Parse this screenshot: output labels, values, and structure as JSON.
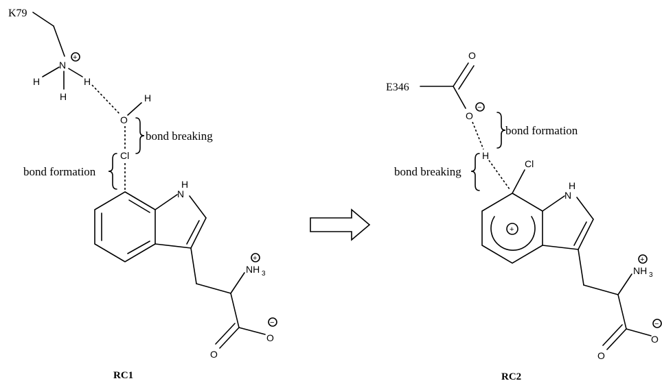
{
  "rc1": {
    "title": "RC1",
    "residue": "K79",
    "bond_breaking": "bond breaking",
    "bond_formation": "bond formation",
    "atoms": {
      "N": "N",
      "H": "H",
      "O": "O",
      "Cl": "Cl",
      "NH": "H"
    }
  },
  "rc2": {
    "title": "RC2",
    "residue": "E346",
    "bond_breaking": "bond breaking",
    "bond_formation": "bond formation",
    "atoms": {
      "O": "O",
      "H": "H",
      "Cl": "Cl",
      "NH": "H"
    }
  },
  "common": {
    "nh3": "NH",
    "nh3_sub": "3",
    "oxygen": "O",
    "nitrogen": "N",
    "plus": "+",
    "minus": "−"
  }
}
